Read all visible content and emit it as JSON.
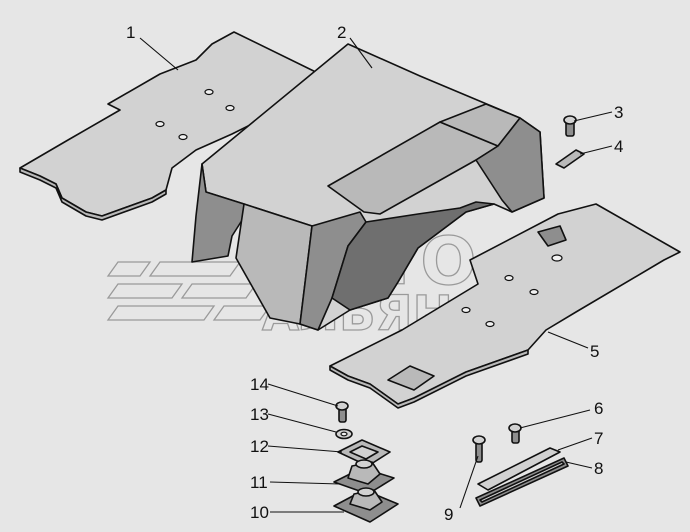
{
  "callouts": [
    "1",
    "2",
    "3",
    "4",
    "5",
    "6",
    "7",
    "8",
    "9",
    "10",
    "11",
    "12",
    "13",
    "14"
  ],
  "watermark": {
    "line1": "АВТО",
    "line2": "АЛЬЯНС"
  }
}
